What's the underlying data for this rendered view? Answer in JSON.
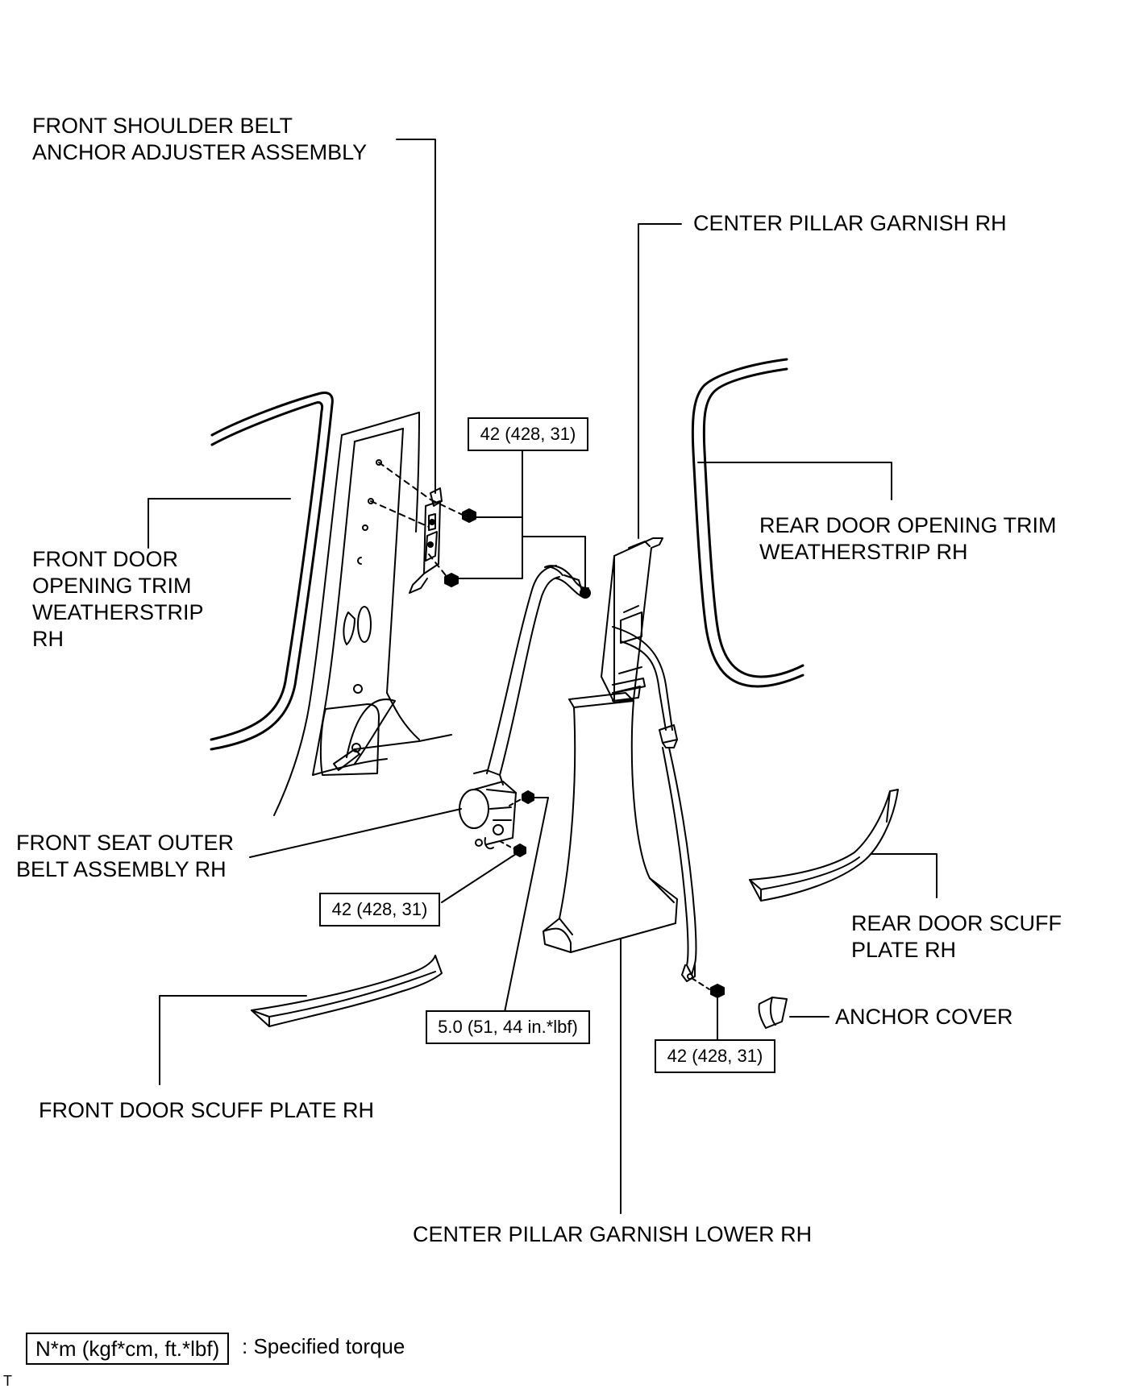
{
  "labels": {
    "front_shoulder_belt": [
      "FRONT SHOULDER BELT",
      "ANCHOR ADJUSTER ASSEMBLY"
    ],
    "center_pillar_garnish": [
      "CENTER PILLAR GARNISH RH"
    ],
    "front_door_weatherstrip": [
      "FRONT DOOR",
      "OPENING TRIM",
      "WEATHERSTRIP",
      "RH"
    ],
    "rear_door_weatherstrip": [
      "REAR DOOR OPENING TRIM",
      "WEATHERSTRIP RH"
    ],
    "front_seat_outer_belt": [
      "FRONT SEAT OUTER",
      "BELT ASSEMBLY RH"
    ],
    "rear_door_scuff": [
      "REAR DOOR SCUFF",
      "PLATE RH"
    ],
    "anchor_cover": [
      "ANCHOR COVER"
    ],
    "front_door_scuff": [
      "FRONT DOOR SCUFF PLATE RH"
    ],
    "center_pillar_garnish_lower": [
      "CENTER PILLAR GARNISH LOWER RH"
    ]
  },
  "torque": {
    "upper_anchor": "42 (428, 31)",
    "retractor_lower": "42 (428, 31)",
    "retractor_upper": "5.0 (51, 44 in.*lbf)",
    "floor_anchor": "42 (428, 31)"
  },
  "legend": {
    "box": "N*m (kgf*cm, ft.*lbf)",
    "text": ": Specified torque"
  },
  "corner_mark": "T"
}
